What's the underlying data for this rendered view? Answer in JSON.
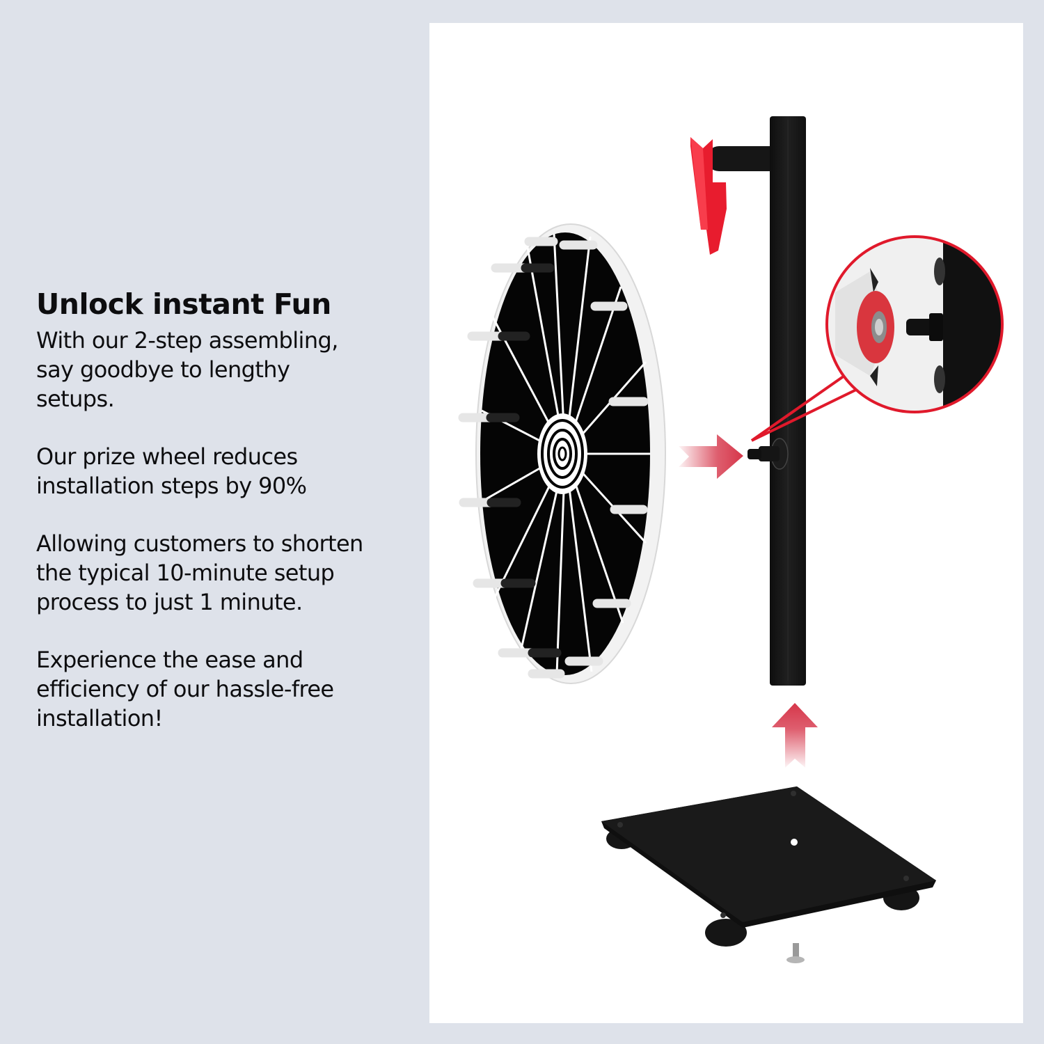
{
  "headline": "Unlock instant Fun",
  "paragraphs": [
    "With our 2-step assembling,\nsay goodbye to lengthy\nsetups.",
    "Our prize wheel reduces\ninstallation steps by 90%",
    "Allowing customers to shorten\nthe typical 10-minute setup\nprocess to just 1 minute.",
    "Experience the ease and\nefficiency of our hassle-free\ninstallation!"
  ],
  "illustration": {
    "parts": [
      "prize-wheel",
      "pointer-flapper",
      "stand-pole",
      "axle-peg",
      "base-plate",
      "screw"
    ],
    "callout": "bearing-closeup",
    "arrows": [
      "arrow-right",
      "arrow-up"
    ]
  },
  "colors": {
    "background": "#dee2ea",
    "panel": "#ffffff",
    "accent_red": "#e0192b",
    "arrow_red": "#d6364a",
    "product_black": "#141414"
  }
}
